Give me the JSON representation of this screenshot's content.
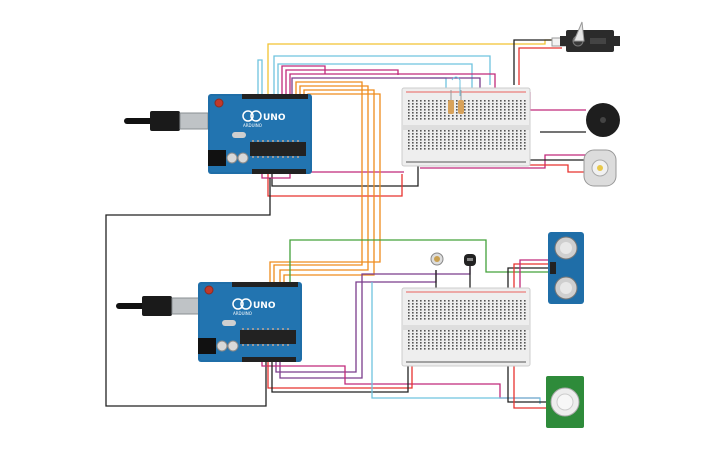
{
  "diagram": {
    "boards": [
      {
        "id": "uno-top",
        "logo_text": "UNO",
        "brand_text": "ARDUINO"
      },
      {
        "id": "uno-bottom",
        "logo_text": "UNO",
        "brand_text": "ARDUINO"
      }
    ],
    "components": [
      {
        "id": "servo",
        "kind": "servo-motor"
      },
      {
        "id": "buzzer",
        "kind": "piezo-buzzer"
      },
      {
        "id": "dc-motor",
        "kind": "dc-motor"
      },
      {
        "id": "ultrasonic",
        "kind": "ultrasonic-sensor"
      },
      {
        "id": "pir",
        "kind": "pir-sensor"
      },
      {
        "id": "photoresistor",
        "kind": "photoresistor"
      },
      {
        "id": "temp-sensor",
        "kind": "temperature-sensor"
      },
      {
        "id": "breadboard-top",
        "kind": "breadboard"
      },
      {
        "id": "breadboard-bottom",
        "kind": "breadboard"
      }
    ],
    "wire_colors": {
      "red": "#e8332f",
      "black": "#222222",
      "orange": "#ef8c1c",
      "yellow": "#f2c232",
      "green": "#43a23b",
      "light_blue": "#6fc3df",
      "magenta": "#c1297a",
      "purple": "#7b3c8c"
    },
    "board_color": "#1f6ea8"
  }
}
